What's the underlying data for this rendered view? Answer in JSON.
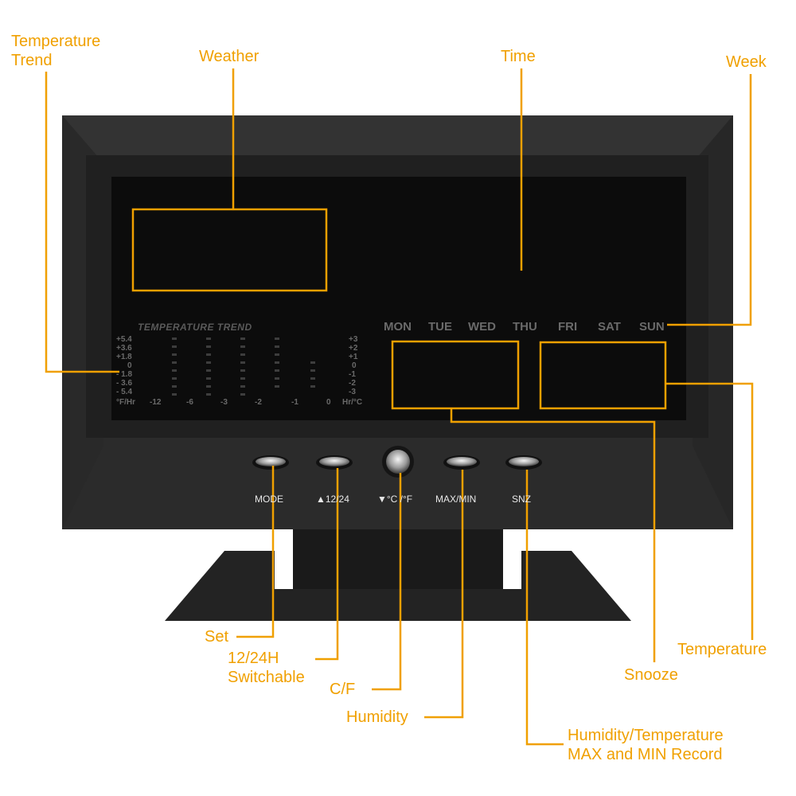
{
  "callouts": {
    "temperature_trend": "Temperature\nTrend",
    "weather": "Weather",
    "time": "Time",
    "week": "Week",
    "set": "Set",
    "switchable": "12/24H\nSwitchable",
    "cf": "C/F",
    "humidity": "Humidity",
    "record": "Humidity/Temperature\nMAX and MIN Record",
    "snooze": "Snooze",
    "temperature": "Temperature"
  },
  "display": {
    "trend_title": "TEMPERATURE TREND",
    "left_scale": [
      "+5.4",
      "+3.6",
      "+1.8",
      "0",
      "- 1.8",
      "- 3.6",
      "- 5.4"
    ],
    "right_scale": [
      "+3",
      "+2",
      "+1",
      "0",
      "-1",
      "-2",
      "-3"
    ],
    "hour_labels": [
      "-12",
      "-6",
      "-3",
      "-2",
      "-1",
      "0"
    ],
    "left_unit": "°F/Hr",
    "right_unit": "Hr/°C",
    "days": [
      "MON",
      "TUE",
      "WED",
      "THU",
      "FRI",
      "SAT",
      "SUN"
    ]
  },
  "buttons": {
    "mode": "MODE",
    "h1224": "▲12/24",
    "cf": "▼°C /°F",
    "maxmin": "MAX/MIN",
    "snz": "SNZ"
  },
  "colors": {
    "accent": "#f0a000",
    "device": "#2a2a2a",
    "screen": "#0c0c0c"
  }
}
